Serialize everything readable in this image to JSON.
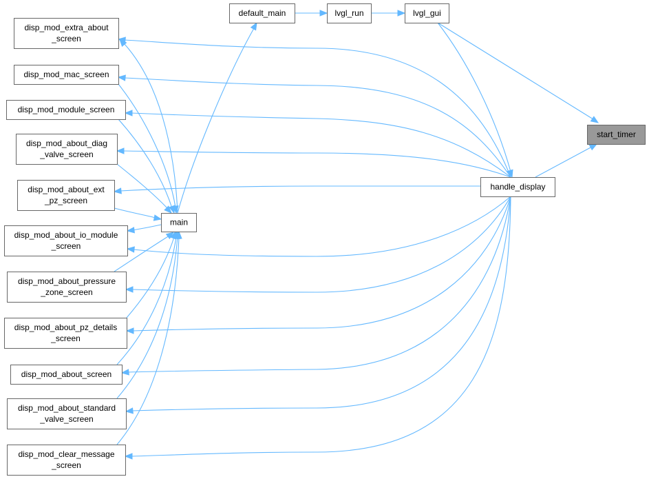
{
  "graph": {
    "type": "caller-graph",
    "highlight_color": "#999999",
    "edge_color": "#63b8ff",
    "nodes": [
      {
        "id": "start_timer",
        "lines": [
          "start_timer"
        ],
        "active": true
      },
      {
        "id": "handle_display",
        "lines": [
          "handle_display"
        ]
      },
      {
        "id": "lvgl_gui",
        "lines": [
          "lvgl_gui"
        ]
      },
      {
        "id": "lvgl_run",
        "lines": [
          "lvgl_run"
        ]
      },
      {
        "id": "default_main",
        "lines": [
          "default_main"
        ]
      },
      {
        "id": "main",
        "lines": [
          "main"
        ]
      },
      {
        "id": "disp_mod_extra_about_screen",
        "lines": [
          "disp_mod_extra_about",
          "_screen"
        ]
      },
      {
        "id": "disp_mod_mac_screen",
        "lines": [
          "disp_mod_mac_screen"
        ]
      },
      {
        "id": "disp_mod_module_screen",
        "lines": [
          "disp_mod_module_screen"
        ]
      },
      {
        "id": "disp_mod_about_diag_valve_screen",
        "lines": [
          "disp_mod_about_diag",
          "_valve_screen"
        ]
      },
      {
        "id": "disp_mod_about_ext_pz_screen",
        "lines": [
          "disp_mod_about_ext",
          "_pz_screen"
        ]
      },
      {
        "id": "disp_mod_about_io_module_screen",
        "lines": [
          "disp_mod_about_io_module",
          "_screen"
        ]
      },
      {
        "id": "disp_mod_about_pressure_zone_screen",
        "lines": [
          "disp_mod_about_pressure",
          "_zone_screen"
        ]
      },
      {
        "id": "disp_mod_about_pz_details_screen",
        "lines": [
          "disp_mod_about_pz_details",
          "_screen"
        ]
      },
      {
        "id": "disp_mod_about_screen",
        "lines": [
          "disp_mod_about_screen"
        ]
      },
      {
        "id": "disp_mod_about_standard_valve_screen",
        "lines": [
          "disp_mod_about_standard",
          "_valve_screen"
        ]
      },
      {
        "id": "disp_mod_clear_message_screen",
        "lines": [
          "disp_mod_clear_message",
          "_screen"
        ]
      }
    ],
    "edges": [
      {
        "from": "default_main",
        "to": "lvgl_run"
      },
      {
        "from": "lvgl_run",
        "to": "lvgl_gui"
      },
      {
        "from": "lvgl_gui",
        "to": "start_timer"
      },
      {
        "from": "handle_display",
        "to": "start_timer"
      },
      {
        "from": "lvgl_gui",
        "to": "handle_display"
      },
      {
        "from": "main",
        "to": "default_main"
      },
      {
        "from": "handle_display",
        "to": "disp_mod_extra_about_screen"
      },
      {
        "from": "handle_display",
        "to": "disp_mod_mac_screen"
      },
      {
        "from": "handle_display",
        "to": "disp_mod_module_screen"
      },
      {
        "from": "handle_display",
        "to": "disp_mod_about_diag_valve_screen"
      },
      {
        "from": "handle_display",
        "to": "disp_mod_about_ext_pz_screen"
      },
      {
        "from": "handle_display",
        "to": "disp_mod_about_io_module_screen"
      },
      {
        "from": "handle_display",
        "to": "disp_mod_about_pressure_zone_screen"
      },
      {
        "from": "handle_display",
        "to": "disp_mod_about_pz_details_screen"
      },
      {
        "from": "handle_display",
        "to": "disp_mod_about_screen"
      },
      {
        "from": "handle_display",
        "to": "disp_mod_about_standard_valve_screen"
      },
      {
        "from": "handle_display",
        "to": "disp_mod_clear_message_screen"
      },
      {
        "from": "main",
        "to": "disp_mod_extra_about_screen"
      },
      {
        "from": "disp_mod_mac_screen",
        "to": "main"
      },
      {
        "from": "disp_mod_module_screen",
        "to": "main"
      },
      {
        "from": "disp_mod_about_diag_valve_screen",
        "to": "main"
      },
      {
        "from": "disp_mod_about_ext_pz_screen",
        "to": "main"
      },
      {
        "from": "main",
        "to": "disp_mod_about_io_module_screen"
      },
      {
        "from": "disp_mod_about_pressure_zone_screen",
        "to": "main"
      },
      {
        "from": "disp_mod_about_pz_details_screen",
        "to": "main"
      },
      {
        "from": "disp_mod_about_screen",
        "to": "main"
      },
      {
        "from": "disp_mod_about_standard_valve_screen",
        "to": "main"
      },
      {
        "from": "disp_mod_clear_message_screen",
        "to": "main"
      }
    ]
  }
}
